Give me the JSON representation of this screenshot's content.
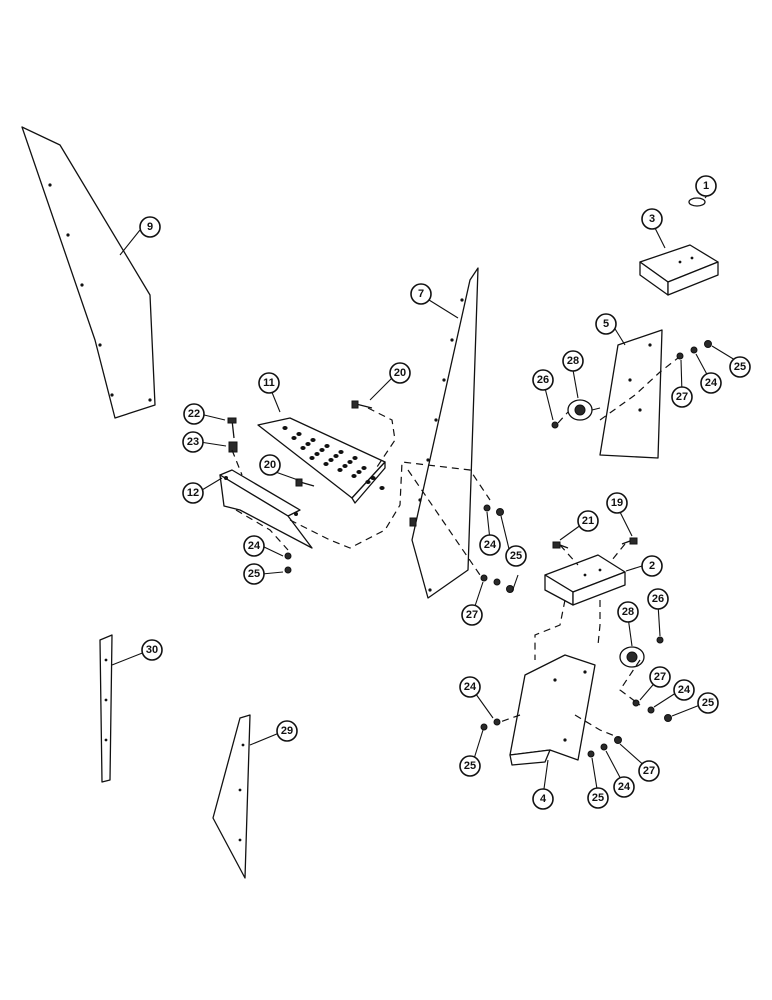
{
  "callout_labels": [
    "1",
    "2",
    "3",
    "4",
    "5",
    "7",
    "9",
    "11",
    "12",
    "19",
    "20",
    "21",
    "22",
    "23",
    "24",
    "25",
    "26",
    "27",
    "28",
    "29",
    "30"
  ]
}
